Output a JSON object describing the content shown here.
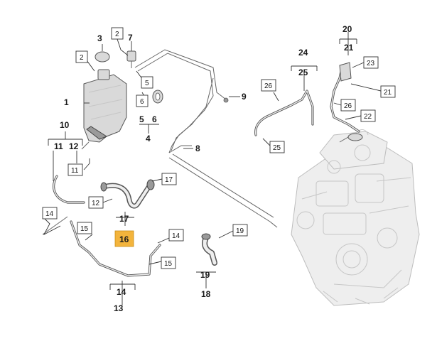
{
  "labels": {
    "l1": "1",
    "l2a": "2",
    "l2b": "2",
    "l3": "3",
    "l4": "4",
    "l5": "5",
    "l5b": "5",
    "l6": "6",
    "l6b": "6",
    "l7": "7",
    "l8": "8",
    "l9": "9",
    "l10": "10",
    "l11a": "11",
    "l11b": "11",
    "l12a": "12",
    "l12b": "12",
    "l13": "13",
    "l14a": "14",
    "l14b": "14",
    "l14c": "14",
    "l15a": "15",
    "l15b": "15",
    "l16": "16",
    "l17a": "17",
    "l17b": "17",
    "l18": "18",
    "l19a": "19",
    "l19b": "19",
    "l20": "20",
    "l21a": "21",
    "l21b": "21",
    "l22": "22",
    "l23": "23",
    "l24": "24",
    "l25a": "25",
    "l25b": "25",
    "l26a": "26",
    "l26b": "26"
  },
  "highlight_color": "#f3b43c"
}
